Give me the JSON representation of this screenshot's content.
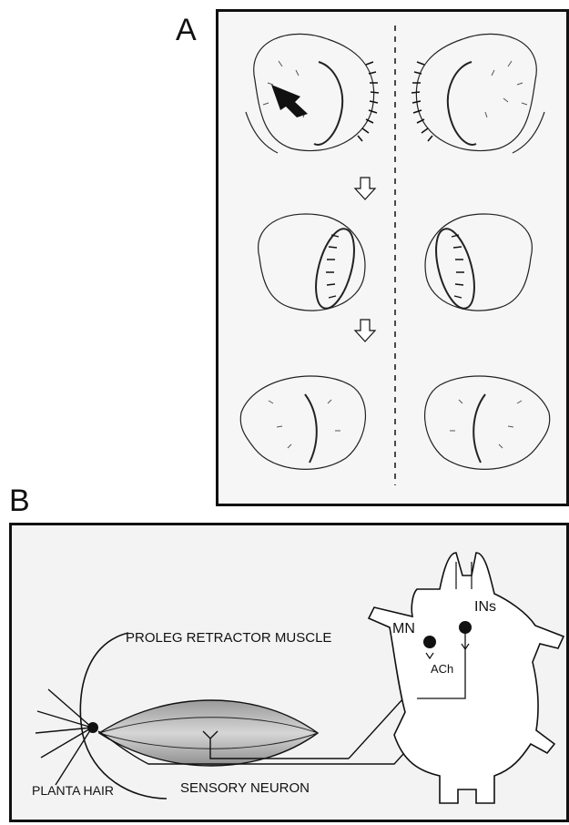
{
  "panel_a": {
    "label": "A"
  },
  "panel_b": {
    "label": "B",
    "muscle_label": "PROLEG RETRACTOR MUSCLE",
    "sensory_label": "SENSORY NEURON",
    "hair_label": "PLANTA HAIR",
    "mn_label": "MN",
    "ins_label": "INs",
    "ach_label": "ACh"
  }
}
